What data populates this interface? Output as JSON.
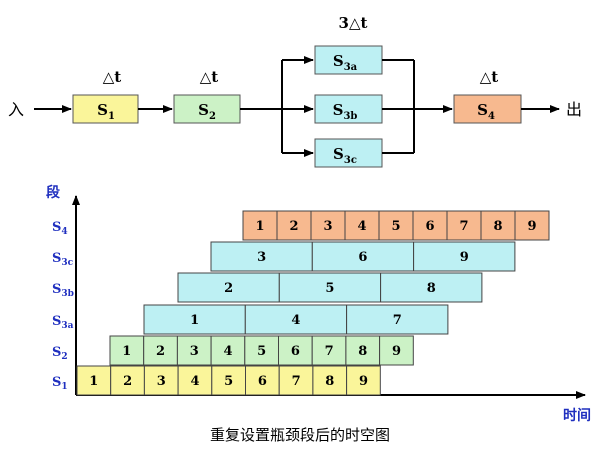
{
  "pipeline": {
    "input_label": "入",
    "output_label": "出",
    "delta_label": "△t",
    "delta3_label": "3△t",
    "stages": [
      {
        "key": "s1",
        "main": "S",
        "sub": "1",
        "color": "#faf59a"
      },
      {
        "key": "s2",
        "main": "S",
        "sub": "2",
        "color": "#ccf2c6"
      },
      {
        "key": "s3a",
        "main": "S",
        "sub": "3a",
        "color": "#bdf0f3"
      },
      {
        "key": "s3b",
        "main": "S",
        "sub": "3b",
        "color": "#bdf0f3"
      },
      {
        "key": "s3c",
        "main": "S",
        "sub": "3c",
        "color": "#bdf0f3"
      },
      {
        "key": "s4",
        "main": "S",
        "sub": "4",
        "color": "#f7b98f"
      }
    ]
  },
  "spacetime": {
    "y_axis_label": "段",
    "x_axis_label": "时间",
    "rows": [
      {
        "main": "S",
        "sub": "4",
        "color": "#f7b98f",
        "cells": [
          "1",
          "2",
          "3",
          "4",
          "5",
          "6",
          "7",
          "8",
          "9"
        ]
      },
      {
        "main": "S",
        "sub": "3c",
        "color": "#bdf0f3",
        "cells": [
          "3",
          "6",
          "9"
        ]
      },
      {
        "main": "S",
        "sub": "3b",
        "color": "#bdf0f3",
        "cells": [
          "2",
          "5",
          "8"
        ]
      },
      {
        "main": "S",
        "sub": "3a",
        "color": "#bdf0f3",
        "cells": [
          "1",
          "4",
          "7"
        ]
      },
      {
        "main": "S",
        "sub": "2",
        "color": "#ccf2c6",
        "cells": [
          "1",
          "2",
          "3",
          "4",
          "5",
          "6",
          "7",
          "8",
          "9"
        ]
      },
      {
        "main": "S",
        "sub": "1",
        "color": "#faf59a",
        "cells": [
          "1",
          "2",
          "3",
          "4",
          "5",
          "6",
          "7",
          "8",
          "9"
        ]
      }
    ]
  },
  "caption": "重复设置瓶颈段后的时空图"
}
